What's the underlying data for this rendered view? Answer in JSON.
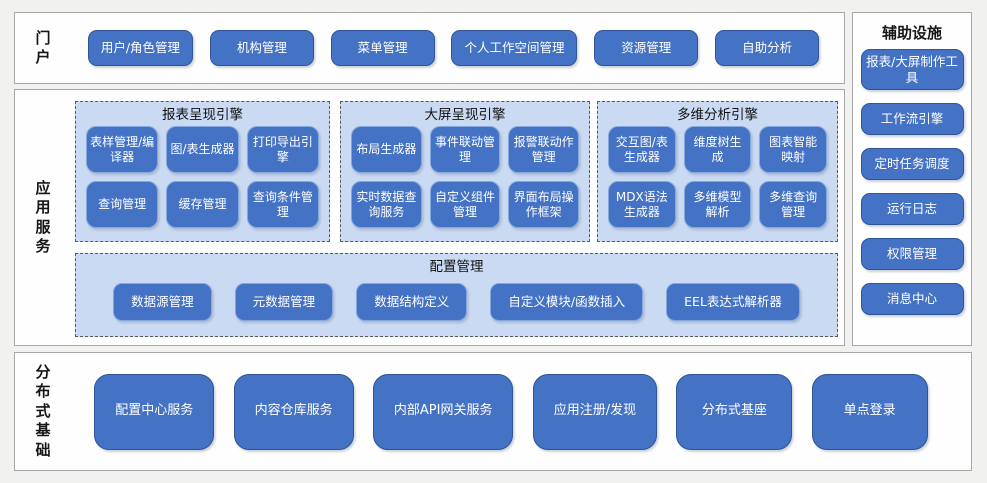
{
  "colors": {
    "accent_blue": "#4472c4",
    "button_border_dark": "#2f5597",
    "button_border_light": "#84a7dd",
    "group_fill": "#cadaf3",
    "panel_border": "#a9a9a9",
    "page_bg": "#f1f1ef",
    "button_text": "#ffffff",
    "label_text": "#171717"
  },
  "portal": {
    "label": "门户",
    "buttons": [
      "用户/角色管理",
      "机构管理",
      "菜单管理",
      "个人工作空间管理",
      "资源管理",
      "自助分析"
    ]
  },
  "app_services": {
    "label": "应用服务",
    "engines": [
      {
        "title": "报表呈现引擎",
        "buttons": [
          "表样管理/编译器",
          "图/表生成器",
          "打印导出引擎",
          "查询管理",
          "缓存管理",
          "查询条件管理"
        ]
      },
      {
        "title": "大屏呈现引擎",
        "buttons": [
          "布局生成器",
          "事件联动管理",
          "报警联动作管理",
          "实时数据查询服务",
          "自定义组件管理",
          "界面布局操作框架"
        ]
      },
      {
        "title": "多维分析引擎",
        "buttons": [
          "交互图/表生成器",
          "维度树生成",
          "图表智能映射",
          "MDX语法生成器",
          "多维模型解析",
          "多维查询管理"
        ]
      }
    ],
    "config": {
      "title": "配置管理",
      "buttons": [
        "数据源管理",
        "元数据管理",
        "数据结构定义",
        "自定义模块/函数插入",
        "EEL表达式解析器"
      ]
    }
  },
  "auxiliary": {
    "title": "辅助设施",
    "buttons": [
      "报表/大屏制作工具",
      "工作流引擎",
      "定时任务调度",
      "运行日志",
      "权限管理",
      "消息中心"
    ]
  },
  "distributed": {
    "label": "分布式基础",
    "buttons": [
      "配置中心服务",
      "内容仓库服务",
      "内部API网关服务",
      "应用注册/发现",
      "分布式基座",
      "单点登录"
    ]
  }
}
